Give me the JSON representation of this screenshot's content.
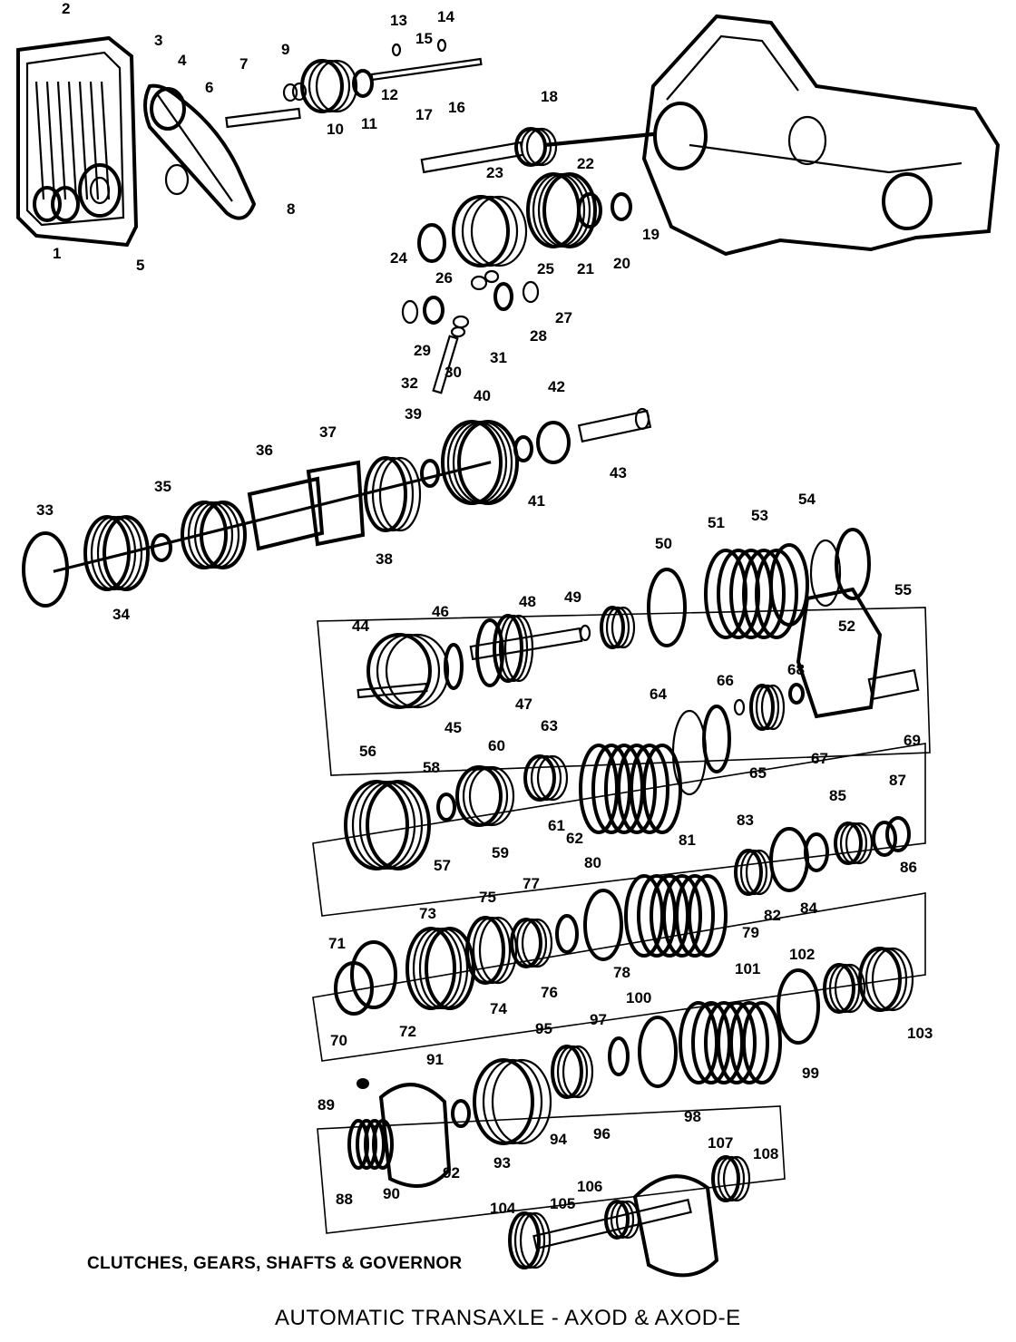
{
  "section_caption": "CLUTCHES, GEARS, SHAFTS & GOVERNOR",
  "figure_title": "AUTOMATIC TRANSAXLE  -  AXOD & AXOD-E",
  "callouts": [
    "1",
    "2",
    "3",
    "4",
    "5",
    "6",
    "7",
    "8",
    "9",
    "10",
    "11",
    "12",
    "13",
    "14",
    "15",
    "16",
    "17",
    "18",
    "19",
    "20",
    "21",
    "22",
    "23",
    "24",
    "25",
    "26",
    "27",
    "28",
    "29",
    "30",
    "31",
    "32",
    "33",
    "34",
    "35",
    "36",
    "37",
    "38",
    "39",
    "40",
    "41",
    "42",
    "43",
    "44",
    "45",
    "46",
    "47",
    "48",
    "49",
    "50",
    "51",
    "52",
    "53",
    "54",
    "55",
    "56",
    "57",
    "58",
    "59",
    "60",
    "61",
    "62",
    "63",
    "64",
    "65",
    "66",
    "67",
    "68",
    "69",
    "70",
    "71",
    "72",
    "73",
    "74",
    "75",
    "76",
    "77",
    "78",
    "79",
    "80",
    "81",
    "82",
    "83",
    "84",
    "85",
    "86",
    "87",
    "88",
    "89",
    "90",
    "91",
    "92",
    "93",
    "94",
    "95",
    "96",
    "97",
    "98",
    "99",
    "100",
    "101",
    "102",
    "103",
    "104",
    "105",
    "106",
    "107",
    "108"
  ]
}
